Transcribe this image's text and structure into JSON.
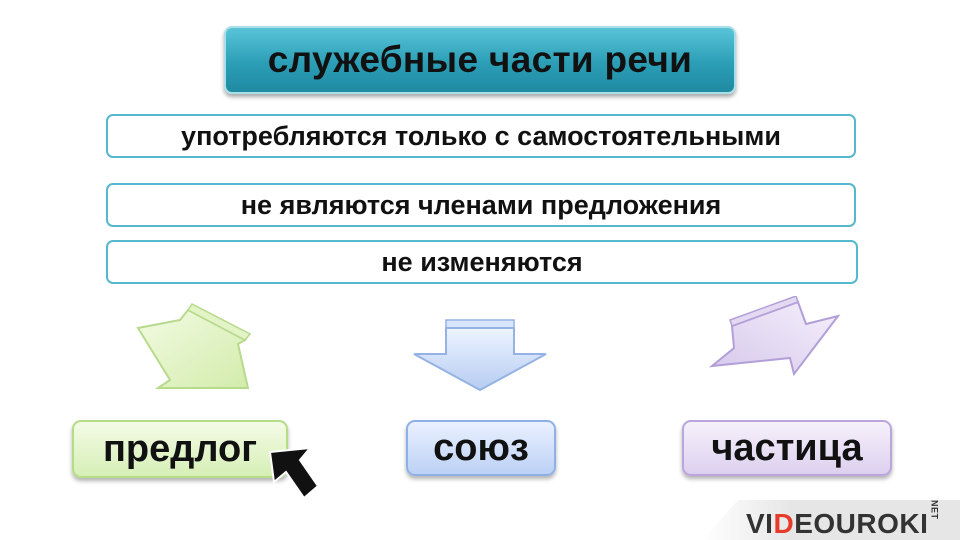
{
  "title": "служебные части речи",
  "properties": [
    "употребляются только с самостоятельными",
    "не являются членами предложения",
    "не изменяются"
  ],
  "categories": [
    "предлог",
    "союз",
    "частица"
  ],
  "colors": {
    "title_fill": "#2b9eb6",
    "outline": "#56b8cc",
    "green": "#d6efb6",
    "blue": "#bcd1f5",
    "violet": "#ddd0ef"
  },
  "brand": {
    "part1": "VI",
    "part2": "D",
    "part3": "EOUROKI",
    "suffix": "NET"
  },
  "icons": {
    "cursor": "cursor-arrow-icon"
  }
}
